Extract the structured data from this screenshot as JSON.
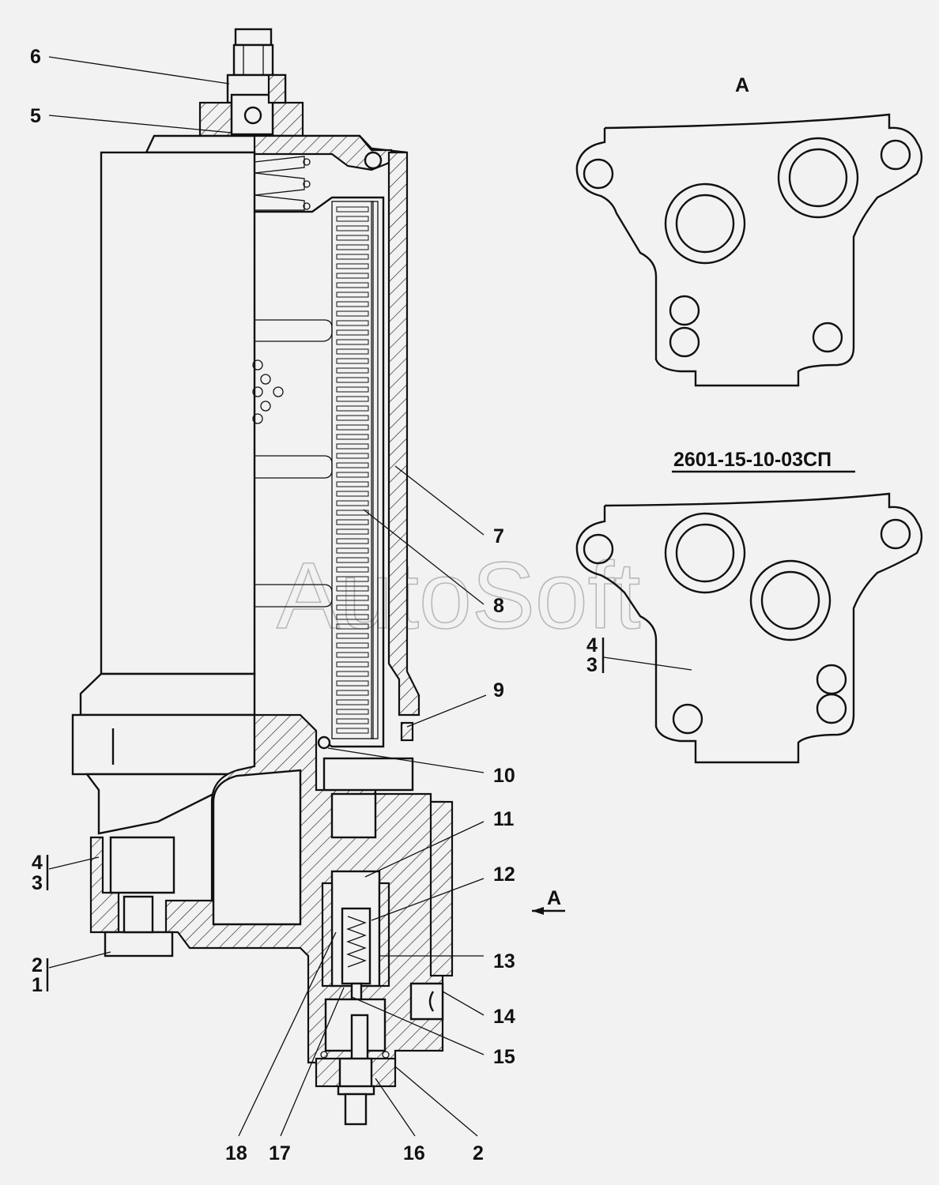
{
  "drawing": {
    "view_a_title": "А",
    "variant_code": "2601-15-10-03СП",
    "view_arrow_label": "А",
    "watermark": "AutoSoft"
  },
  "callouts": {
    "c6": "6",
    "c5": "5",
    "c7": "7",
    "c8": "8",
    "c9": "9",
    "c10": "10",
    "c11": "11",
    "c12": "12",
    "c13": "13",
    "c14": "14",
    "c15": "15",
    "c4a": "4",
    "c3a": "3",
    "c2": "2",
    "c1": "1",
    "c18": "18",
    "c17": "17",
    "c16": "16",
    "c2b": "2",
    "c4b": "4",
    "c3b": "3"
  }
}
